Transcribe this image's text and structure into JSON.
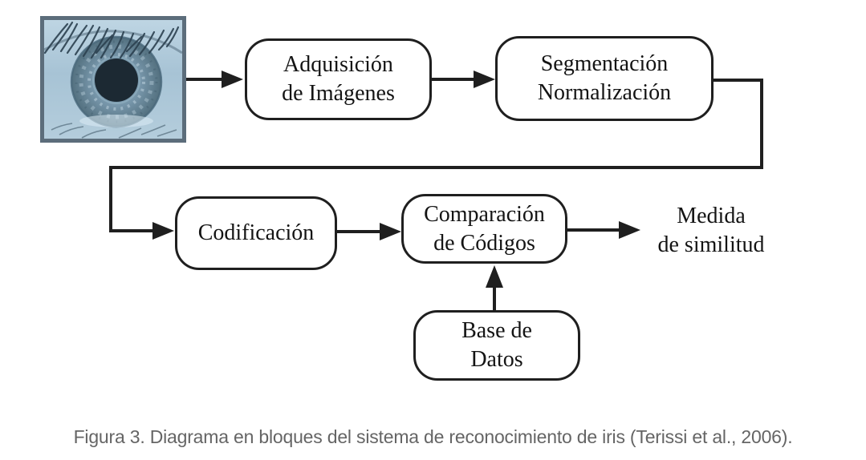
{
  "diagram": {
    "nodes": {
      "adquisicion": {
        "line1": "Adquisición",
        "line2": "de Imágenes"
      },
      "segmentacion": {
        "line1": "Segmentación",
        "line2": "Normalización"
      },
      "codificacion": {
        "line1": "Codificación"
      },
      "comparacion": {
        "line1": "Comparación",
        "line2": "de Códigos"
      },
      "base_datos": {
        "line1": "Base de",
        "line2": "Datos"
      }
    },
    "output_label": {
      "line1": "Medida",
      "line2": "de similitud"
    },
    "colors": {
      "line": "#1f1f1f",
      "box_border": "#1f1f1f",
      "text": "#141414",
      "caption": "#656565",
      "eye_border": "#5c6d7b",
      "eye_skin": "#aac5d7",
      "iris": "#7695a9",
      "pupil": "#1c2933"
    }
  },
  "caption": {
    "text": "Figura 3. Diagrama en bloques del sistema de reconocimiento de iris (Terissi et al., 2006)."
  }
}
